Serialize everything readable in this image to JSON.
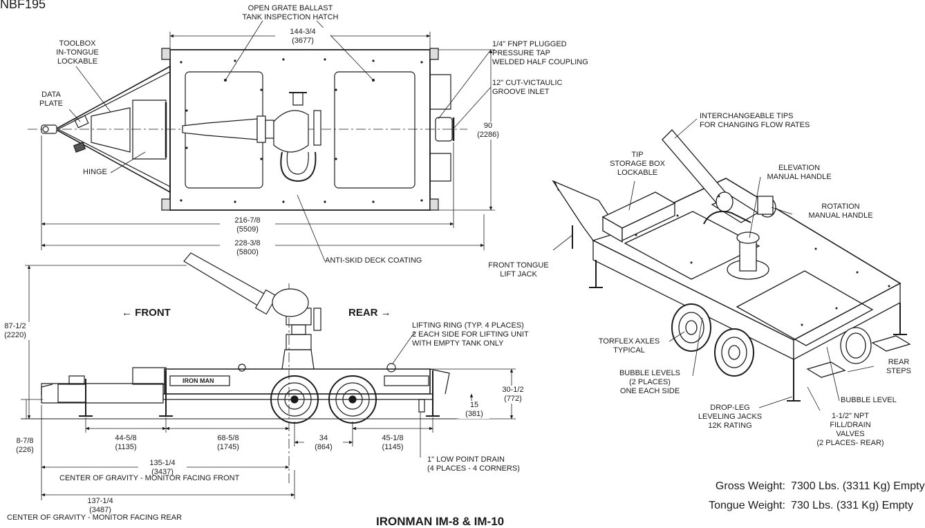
{
  "model_code": "NBF195",
  "footer_title": "IRONMAN IM-8 & IM-10",
  "top_view": {
    "open_grate": "OPEN GRATE BALLAST\nTANK INSPECTION HATCH",
    "toolbox": "TOOLBOX\nIN-TONGUE\nLOCKABLE",
    "data_plate": "DATA\nPLATE",
    "hinge": "HINGE",
    "pressure_tap": "1/4\" FNPT PLUGGED\nPRESSURE TAP\nWELDED HALF COUPLING",
    "inlet": "12\" CUT-VICTAULIC\nGROOVE INLET",
    "anti_skid": "ANTI-SKID DECK COATING",
    "dim_width_top": "144-3/4\n(3677)",
    "dim_height": "90\n(2286)",
    "dim_frame_len": "216-7/8\n(5509)",
    "dim_overall_len": "228-3/8\n(5800)"
  },
  "side_view": {
    "front_label": "← FRONT",
    "rear_label": "REAR →",
    "brand_mark": "IRON MAN",
    "lifting_ring": "LIFTING RING (TYP. 4 PLACES)\n2 EACH SIDE FOR LIFTING UNIT\nWITH EMPTY TANK ONLY",
    "dim_height": "87-1/2\n(2220)",
    "dim_deck": "30-1/2\n(772)",
    "dim_frame": "15\n(381)",
    "dim_ground": "8-7/8\n(226)",
    "dim_a": "44-5/8\n(1135)",
    "dim_b": "68-5/8\n(1745)",
    "dim_c": "34\n(864)",
    "dim_d": "45-1/8\n(1145)",
    "dim_cg_front": "135-1/4\n(3437)",
    "cg_front": "CENTER OF GRAVITY - MONITOR FACING FRONT",
    "dim_cg_rear": "137-1/4\n(3487)",
    "cg_rear": "CENTER OF GRAVITY - MONITOR FACING REAR",
    "low_point_drain": "1\" LOW POINT DRAIN\n(4 PLACES - 4 CORNERS)"
  },
  "iso_view": {
    "tips": "INTERCHANGEABLE TIPS\nFOR CHANGING FLOW RATES",
    "tip_box": "TIP\nSTORAGE BOX\nLOCKABLE",
    "elevation": "ELEVATION\nMANUAL HANDLE",
    "rotation": "ROTATION\nMANUAL HANDLE",
    "front_jack": "FRONT TONGUE\nLIFT JACK",
    "torflex": "TORFLEX AXLES\nTYPICAL",
    "bubble_levels": "BUBBLE LEVELS\n(2 PLACES)\nONE EACH SIDE",
    "drop_leg": "DROP-LEG\nLEVELING JACKS\n12K RATING",
    "npt_valves": "1-1/2\" NPT\nFILL/DRAIN\nVALVES\n(2 PLACES- REAR)",
    "bubble_level": "BUBBLE LEVEL",
    "rear_steps": "REAR\nSTEPS"
  },
  "weights": {
    "gross_label": "Gross Weight:",
    "gross_value": "7300 Lbs. (3311 Kg) Empty",
    "tongue_label": "Tongue Weight:",
    "tongue_value": "730 Lbs. (331 Kg) Empty"
  }
}
